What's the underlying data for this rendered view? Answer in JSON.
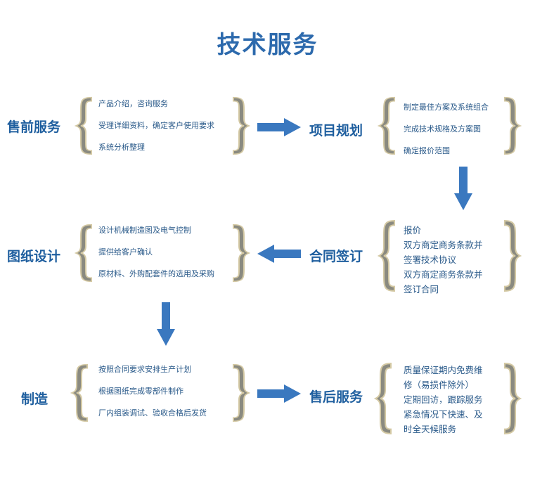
{
  "title": "技术服务",
  "stages": {
    "presale": {
      "name": "售前服务",
      "items": [
        "产品介绍，咨询服务",
        "受理详细资料，确定客户使用要求",
        "系统分析整理"
      ]
    },
    "planning": {
      "name": "项目规划",
      "items": [
        "制定最佳方案及系统组合",
        "完成技术规格及方案图",
        "确定报价范围"
      ]
    },
    "contract": {
      "name": "合同签订",
      "items": [
        "报价",
        "双方商定商务条款并",
        "签署技术协议",
        "双方商定商务条款并",
        "签订合同"
      ]
    },
    "drawing": {
      "name": "图纸设计",
      "items": [
        "设计机械制造图及电气控制",
        "提供给客户确认",
        "原材料、外购配套件的选用及采购"
      ]
    },
    "manufacturing": {
      "name": "制造",
      "items": [
        "按照合同要求安排生产计划",
        "根据图纸完成零部件制作",
        "厂内组装调试、验收合格后发货"
      ]
    },
    "aftersale": {
      "name": "售后服务",
      "items": [
        "质量保证期内免费维",
        "修（易损件除外）",
        "定期回访，跟踪服务",
        "紧急情况下快速、及",
        "时全天候服务"
      ]
    }
  },
  "colors": {
    "title": "#2d6aad",
    "stage_text": "#1f5f9f",
    "item_text": "#2a5a8a",
    "arrow": "#3a78bf",
    "brace_fill": "#8a8a80",
    "brace_outline": "#d4c9a4"
  },
  "icons": {
    "arrow": "arrow-icon",
    "brace": "curly-brace-icon"
  }
}
